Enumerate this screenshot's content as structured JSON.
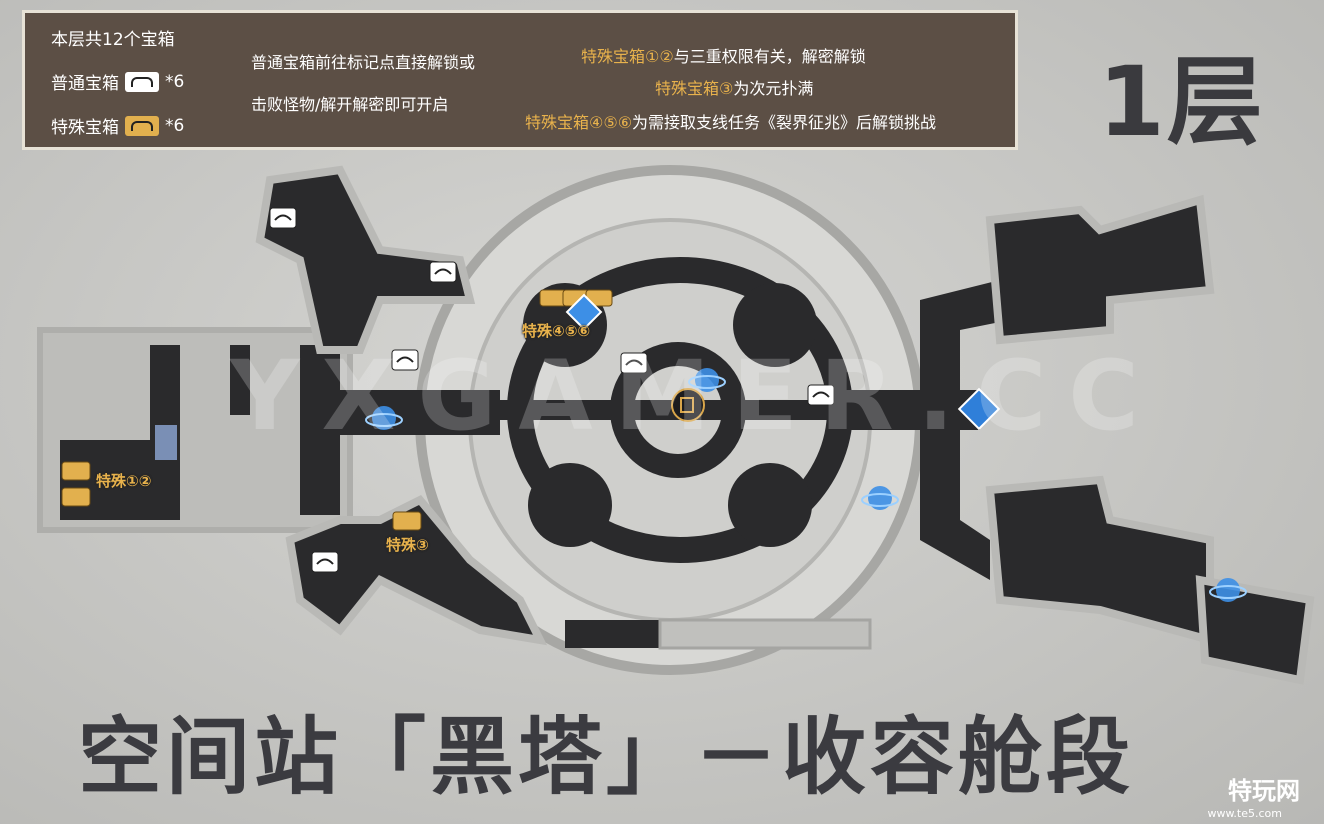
{
  "legend": {
    "total": "本层共12个宝箱",
    "normal_label": "普通宝箱",
    "normal_count": "*6",
    "special_label": "特殊宝箱",
    "special_count": "*6",
    "normal_desc_1": "普通宝箱前往标记点直接解锁或",
    "normal_desc_2": "击败怪物/解开解密即可开启",
    "special_1_hl": "特殊宝箱①②",
    "special_1_text": "与三重权限有关，解密解锁",
    "special_2_hl": "特殊宝箱③",
    "special_2_text": "为次元扑满",
    "special_3_hl": "特殊宝箱④⑤⑥",
    "special_3_text": "为需接取支线任务《裂界征兆》后解锁挑战"
  },
  "floor_label": "1层",
  "map_title": "空间站「黑塔」－收容舱段",
  "map_tags": {
    "tag_12": "特殊①②",
    "tag_3": "特殊③",
    "tag_456": "特殊④⑤⑥"
  },
  "watermark": "YXGAMER.CC",
  "site_watermark": "特玩网",
  "site_domain": "www.te5.com",
  "colors": {
    "panel_bg": "#5c4f45",
    "special_gold": "#e8b24c",
    "floor_dark": "#2a2a2c",
    "waypoint_blue": "#3d8fe6"
  }
}
